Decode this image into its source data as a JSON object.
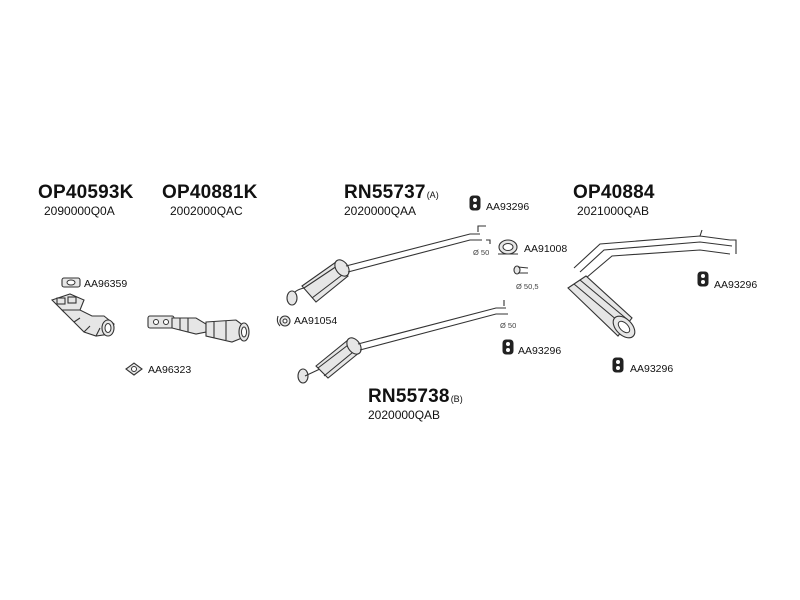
{
  "parts": [
    {
      "code": "OP40593K",
      "subcode": "2090000Q0A"
    },
    {
      "code": "OP40881K",
      "subcode": "2002000QAC"
    },
    {
      "code": "RN55737",
      "suffix": "(A)",
      "subcode": "2020000QAA"
    },
    {
      "code": "OP40884",
      "subcode": "2021000QAB"
    },
    {
      "code": "RN55738",
      "suffix": "(B)",
      "subcode": "2020000QAB"
    }
  ],
  "refs": {
    "aa96359": "AA96359",
    "aa96323": "AA96323",
    "aa91054": "AA91054",
    "aa93296_top": "AA93296",
    "aa91008": "AA91008",
    "aa93296_right": "AA93296",
    "aa93296_mid": "AA93296",
    "aa93296_bottom": "AA93296"
  },
  "dims": {
    "d50_a": "Ø 50",
    "d50_5": "Ø 50,5",
    "d50_b": "Ø 50"
  }
}
